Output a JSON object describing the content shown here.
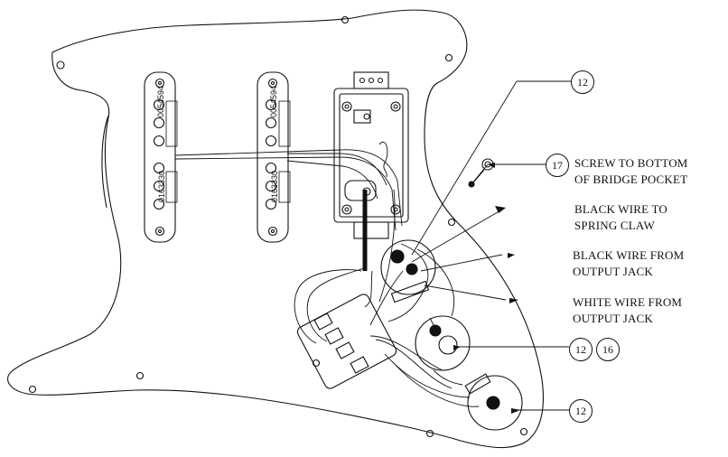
{
  "annotations": {
    "screw_bridge": [
      "SCREW TO BOTTOM",
      "OF BRIDGE POCKET"
    ],
    "black_claw": [
      "BLACK WIRE  TO",
      "SPRING CLAW"
    ],
    "black_jack": [
      "BLACK WIRE  FROM",
      "OUTPUT JACK"
    ],
    "white_jack": [
      "WHITE WIRE FROM",
      "OUTPUT JACK"
    ]
  },
  "callouts": {
    "c12_top": "12",
    "c17": "17",
    "c12_mid": "12",
    "c16": "16",
    "c12_bottom": "12"
  },
  "pickups": {
    "neck_code": "0054594",
    "neck_code2": "0163330",
    "mid_code": "0054594",
    "mid_code2": "0163330"
  },
  "colors": {
    "line": "#111111",
    "background": "#ffffff"
  }
}
